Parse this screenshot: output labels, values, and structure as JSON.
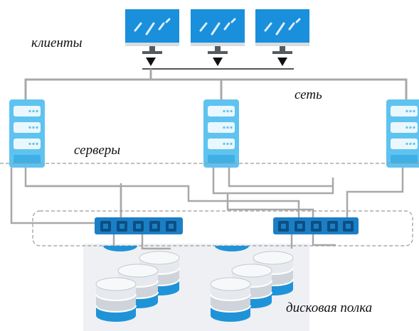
{
  "labels": {
    "clients": "клиенты",
    "network": "сеть",
    "servers": "серверы",
    "disk_shelf": "дисковая полка"
  },
  "colors": {
    "device_blue": "#1a8fdc",
    "switch_blue": "#1b7fc6",
    "server_body": "#5fc3f0",
    "cable_gray": "#a8a8a8",
    "storage_bg": "#eef0f3",
    "disk_blue": "#1f93d8"
  },
  "icons": {
    "client": "desktop-monitor-icon",
    "server": "server-rack-icon",
    "switch": "network-switch-icon",
    "disk": "database-disk-icon",
    "arrow": "triangle-down-icon"
  }
}
